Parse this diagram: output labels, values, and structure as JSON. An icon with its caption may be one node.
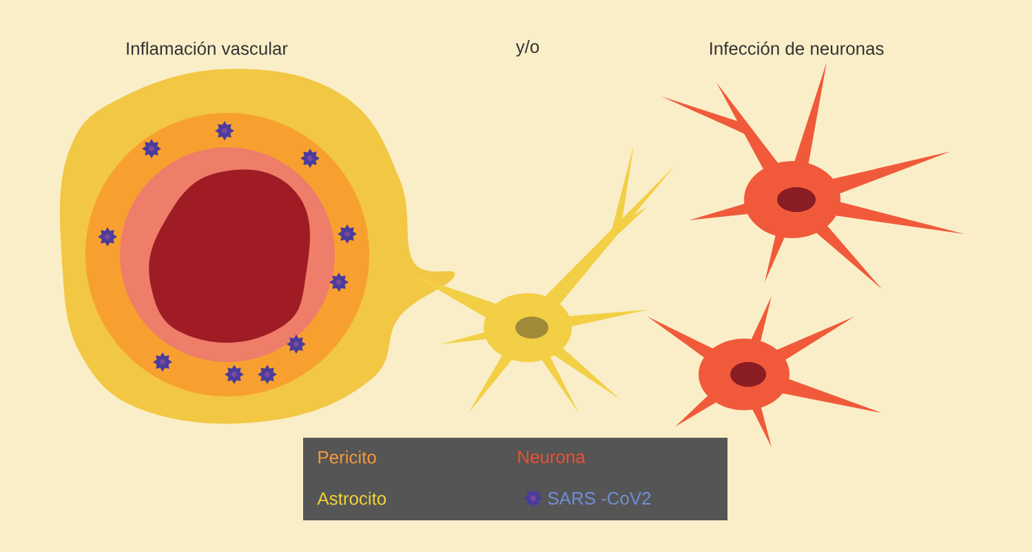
{
  "diagram": {
    "labels": [
      "Inflamación vascular",
      "y/o",
      "Infección de neuronas"
    ],
    "legend": [
      {
        "text": "Pericito",
        "color": "#f39a3c"
      },
      {
        "text": "Neurona",
        "color": "#f04e30"
      },
      {
        "text": "Astrocito",
        "color": "#f2d43a"
      },
      {
        "text": "SARS -CoV2"
      }
    ]
  }
}
